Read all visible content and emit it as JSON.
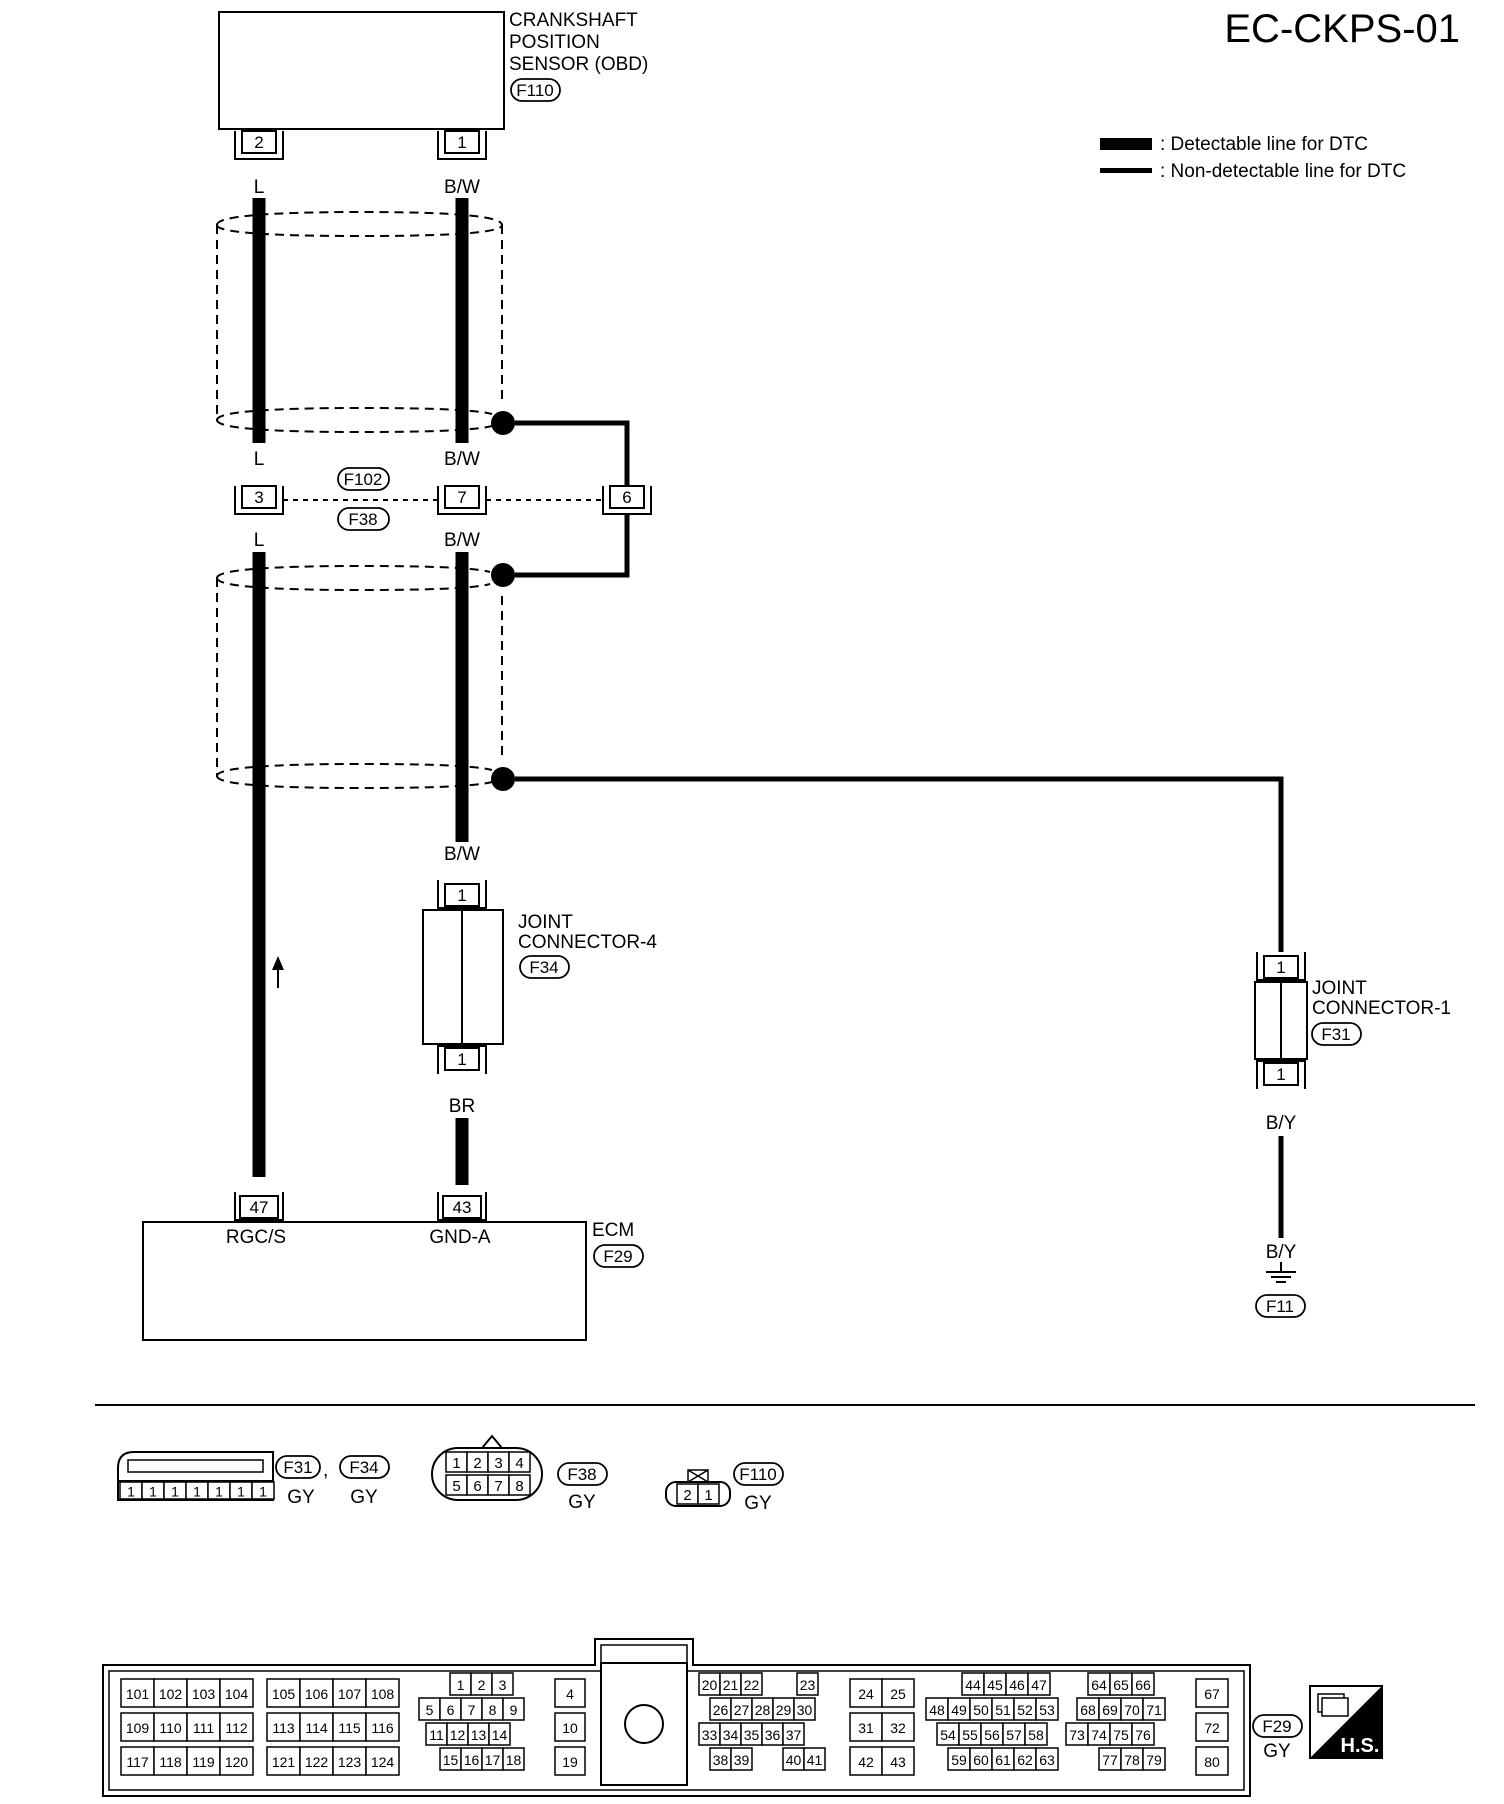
{
  "page_title": "EC-CKPS-01",
  "legend": {
    "detectable": ": Detectable line for DTC",
    "non_detectable": ": Non-detectable line for DTC"
  },
  "sensor": {
    "name_line1": "CRANKSHAFT",
    "name_line2": "POSITION",
    "name_line3": "SENSOR (OBD)",
    "connector_id": "F110",
    "pin_left": "2",
    "pin_right": "1"
  },
  "wires": {
    "l": "L",
    "bw": "B/W",
    "br": "BR",
    "by": "B/Y"
  },
  "intermediate_connector": {
    "id_top": "F102",
    "id_bottom": "F38",
    "pin_l": "3",
    "pin_bw": "7",
    "pin_shield": "6"
  },
  "joint_connector_4": {
    "name_line1": "JOINT",
    "name_line2": "CONNECTOR-4",
    "connector_id": "F34",
    "pin_top": "1",
    "pin_bottom": "1"
  },
  "joint_connector_1": {
    "name_line1": "JOINT",
    "name_line2": "CONNECTOR-1",
    "connector_id": "F31",
    "pin_top": "1",
    "pin_bottom": "1"
  },
  "ecm": {
    "name": "ECM",
    "connector_id": "F29",
    "pin_rgc": "47",
    "pin_gnd": "43",
    "term_rgc": "RGC/S",
    "term_gnd": "GND-A"
  },
  "ground": {
    "connector_id": "F11"
  },
  "connector_views": {
    "f31_f34": {
      "id1": "F31",
      "sep": ",",
      "id2": "F34",
      "color1": "GY",
      "color2": "GY",
      "pins": [
        "1",
        "1",
        "1",
        "1",
        "1",
        "1",
        "1"
      ]
    },
    "f38": {
      "id": "F38",
      "color": "GY",
      "pins_top": [
        "1",
        "2",
        "3",
        "4"
      ],
      "pins_bottom": [
        "5",
        "6",
        "7",
        "8"
      ]
    },
    "f110": {
      "id": "F110",
      "color": "GY",
      "pins": [
        "2",
        "1"
      ]
    },
    "f29": {
      "id": "F29",
      "color": "GY",
      "hs_label": "H.S.",
      "block1": [
        [
          "101",
          "102",
          "103",
          "104"
        ],
        [
          "109",
          "110",
          "111",
          "112"
        ],
        [
          "117",
          "118",
          "119",
          "120"
        ]
      ],
      "block2": [
        [
          "105",
          "106",
          "107",
          "108"
        ],
        [
          "113",
          "114",
          "115",
          "116"
        ],
        [
          "121",
          "122",
          "123",
          "124"
        ]
      ],
      "block3": [
        [
          "1",
          "2",
          "3"
        ],
        [
          "5",
          "6",
          "7",
          "8",
          "9"
        ],
        [
          "11",
          "12",
          "13",
          "14"
        ],
        [
          "15",
          "16",
          "17",
          "18"
        ]
      ],
      "block4": [
        "4",
        "10",
        "19"
      ],
      "block5": [
        [
          "20",
          "21",
          "22",
          "23"
        ],
        [
          "26",
          "27",
          "28",
          "29",
          "30"
        ],
        [
          "33",
          "34",
          "35",
          "36",
          "37"
        ],
        [
          "38",
          "39",
          "40",
          "41"
        ]
      ],
      "block6": [
        [
          "24",
          "25"
        ],
        [
          "31",
          "32"
        ],
        [
          "42",
          "43"
        ]
      ],
      "block7": [
        [
          "44",
          "45",
          "46",
          "47",
          "64",
          "65",
          "66"
        ],
        [
          "48",
          "49",
          "50",
          "51",
          "52",
          "53",
          "68",
          "69",
          "70",
          "71"
        ],
        [
          "54",
          "55",
          "56",
          "57",
          "58",
          "73",
          "74",
          "75",
          "76"
        ],
        [
          "59",
          "60",
          "61",
          "62",
          "63",
          "77",
          "78",
          "79"
        ]
      ],
      "block8": [
        "67",
        "72",
        "80"
      ]
    }
  }
}
